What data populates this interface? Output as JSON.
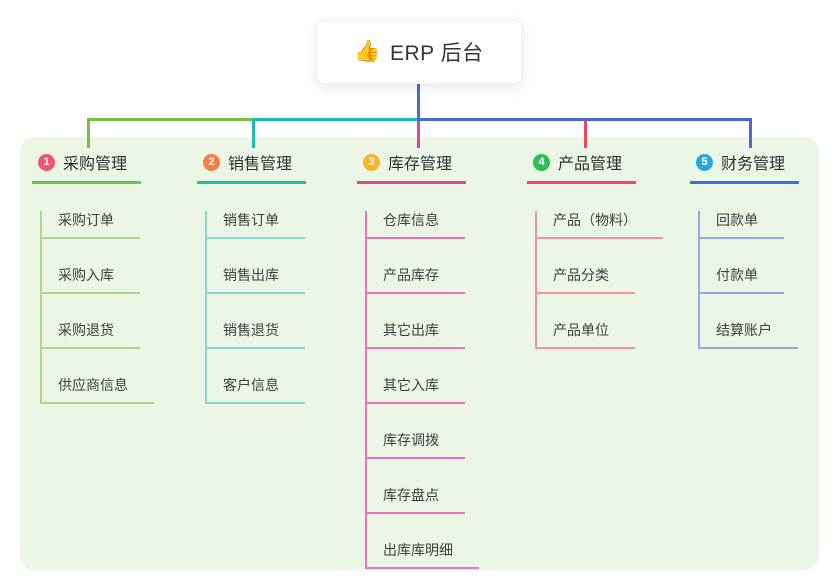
{
  "root": {
    "icon": "thumbs-up-icon",
    "icon_glyph": "👍",
    "label": "ERP 后台"
  },
  "colors": {
    "canvas_bg": "#ffffff",
    "panel_bg": "#ebf6e6",
    "root_connector": "#4a69d9",
    "text": "#333333",
    "item_text": "#3f3f3f"
  },
  "branches": [
    {
      "badge": "1",
      "label": "采购管理",
      "badge_color": "#f2566d",
      "line_color": "#76c043",
      "sub_line_color": "#a9d88b",
      "items": [
        "采购订单",
        "采购入库",
        "采购退货",
        "供应商信息"
      ]
    },
    {
      "badge": "2",
      "label": "销售管理",
      "badge_color": "#f97b45",
      "line_color": "#1cbdb0",
      "sub_line_color": "#86d9cf",
      "items": [
        "销售订单",
        "销售出库",
        "销售退货",
        "客户信息"
      ]
    },
    {
      "badge": "3",
      "label": "库存管理",
      "badge_color": "#f7b52c",
      "line_color": "#d9479e",
      "sub_line_color": "#ee74b5",
      "items": [
        "仓库信息",
        "产品库存",
        "其它出库",
        "其它入库",
        "库存调拨",
        "库存盘点",
        "出库库明细"
      ]
    },
    {
      "badge": "4",
      "label": "产品管理",
      "badge_color": "#2fbe54",
      "line_color": "#f0455a",
      "sub_line_color": "#f59399",
      "items": [
        "产品（物料）",
        "产品分类",
        "产品单位"
      ]
    },
    {
      "badge": "5",
      "label": "财务管理",
      "badge_color": "#2aa7dd",
      "line_color": "#4a69d9",
      "sub_line_color": "#93a9e6",
      "items": [
        "回款单",
        "付款单",
        "结算账户"
      ]
    }
  ]
}
